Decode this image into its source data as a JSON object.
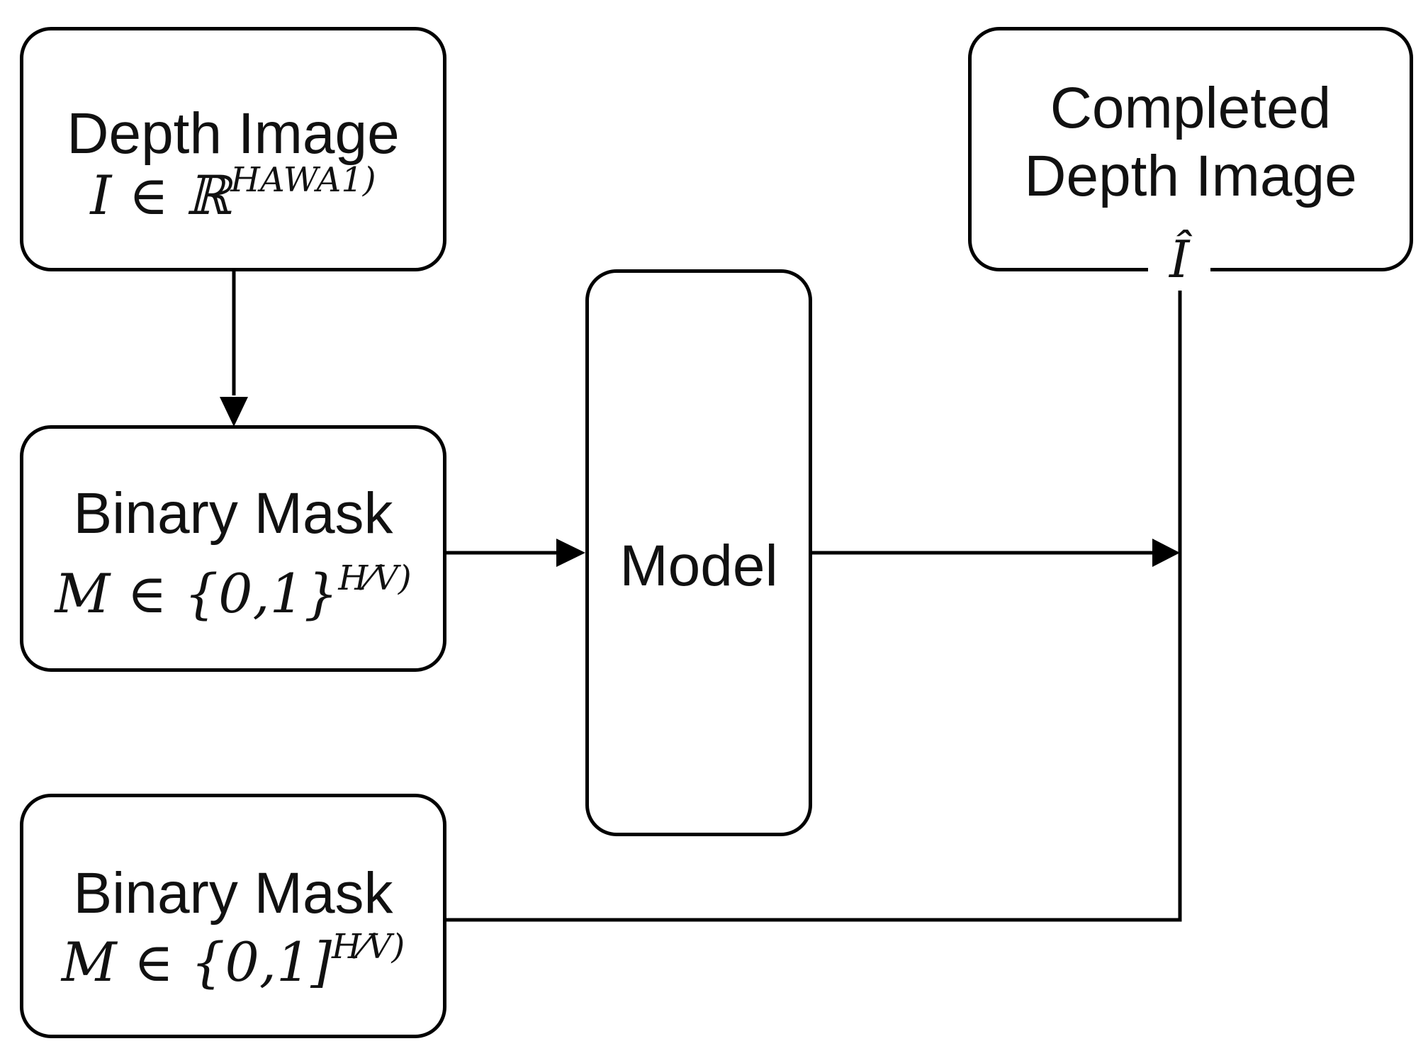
{
  "nodes": {
    "depth_image": {
      "title": "Depth Image",
      "math": "I ∈ ℝ",
      "math_sup": "HAWA1)"
    },
    "binary_mask_in": {
      "title": "Binary Mask",
      "math": "M ∈ {0,1}",
      "math_sup": "H⁄V)"
    },
    "model": {
      "title": "Model"
    },
    "binary_mask_skip": {
      "title": "Binary Mask",
      "math": "M ∈ {0,1]",
      "math_sup": "H⁄V)"
    },
    "completed": {
      "title_line1": "Completed",
      "title_line2": "Depth Image",
      "math": "Î"
    }
  },
  "colors": {
    "stroke": "#000000",
    "text": "#111111",
    "background": "#ffffff"
  }
}
